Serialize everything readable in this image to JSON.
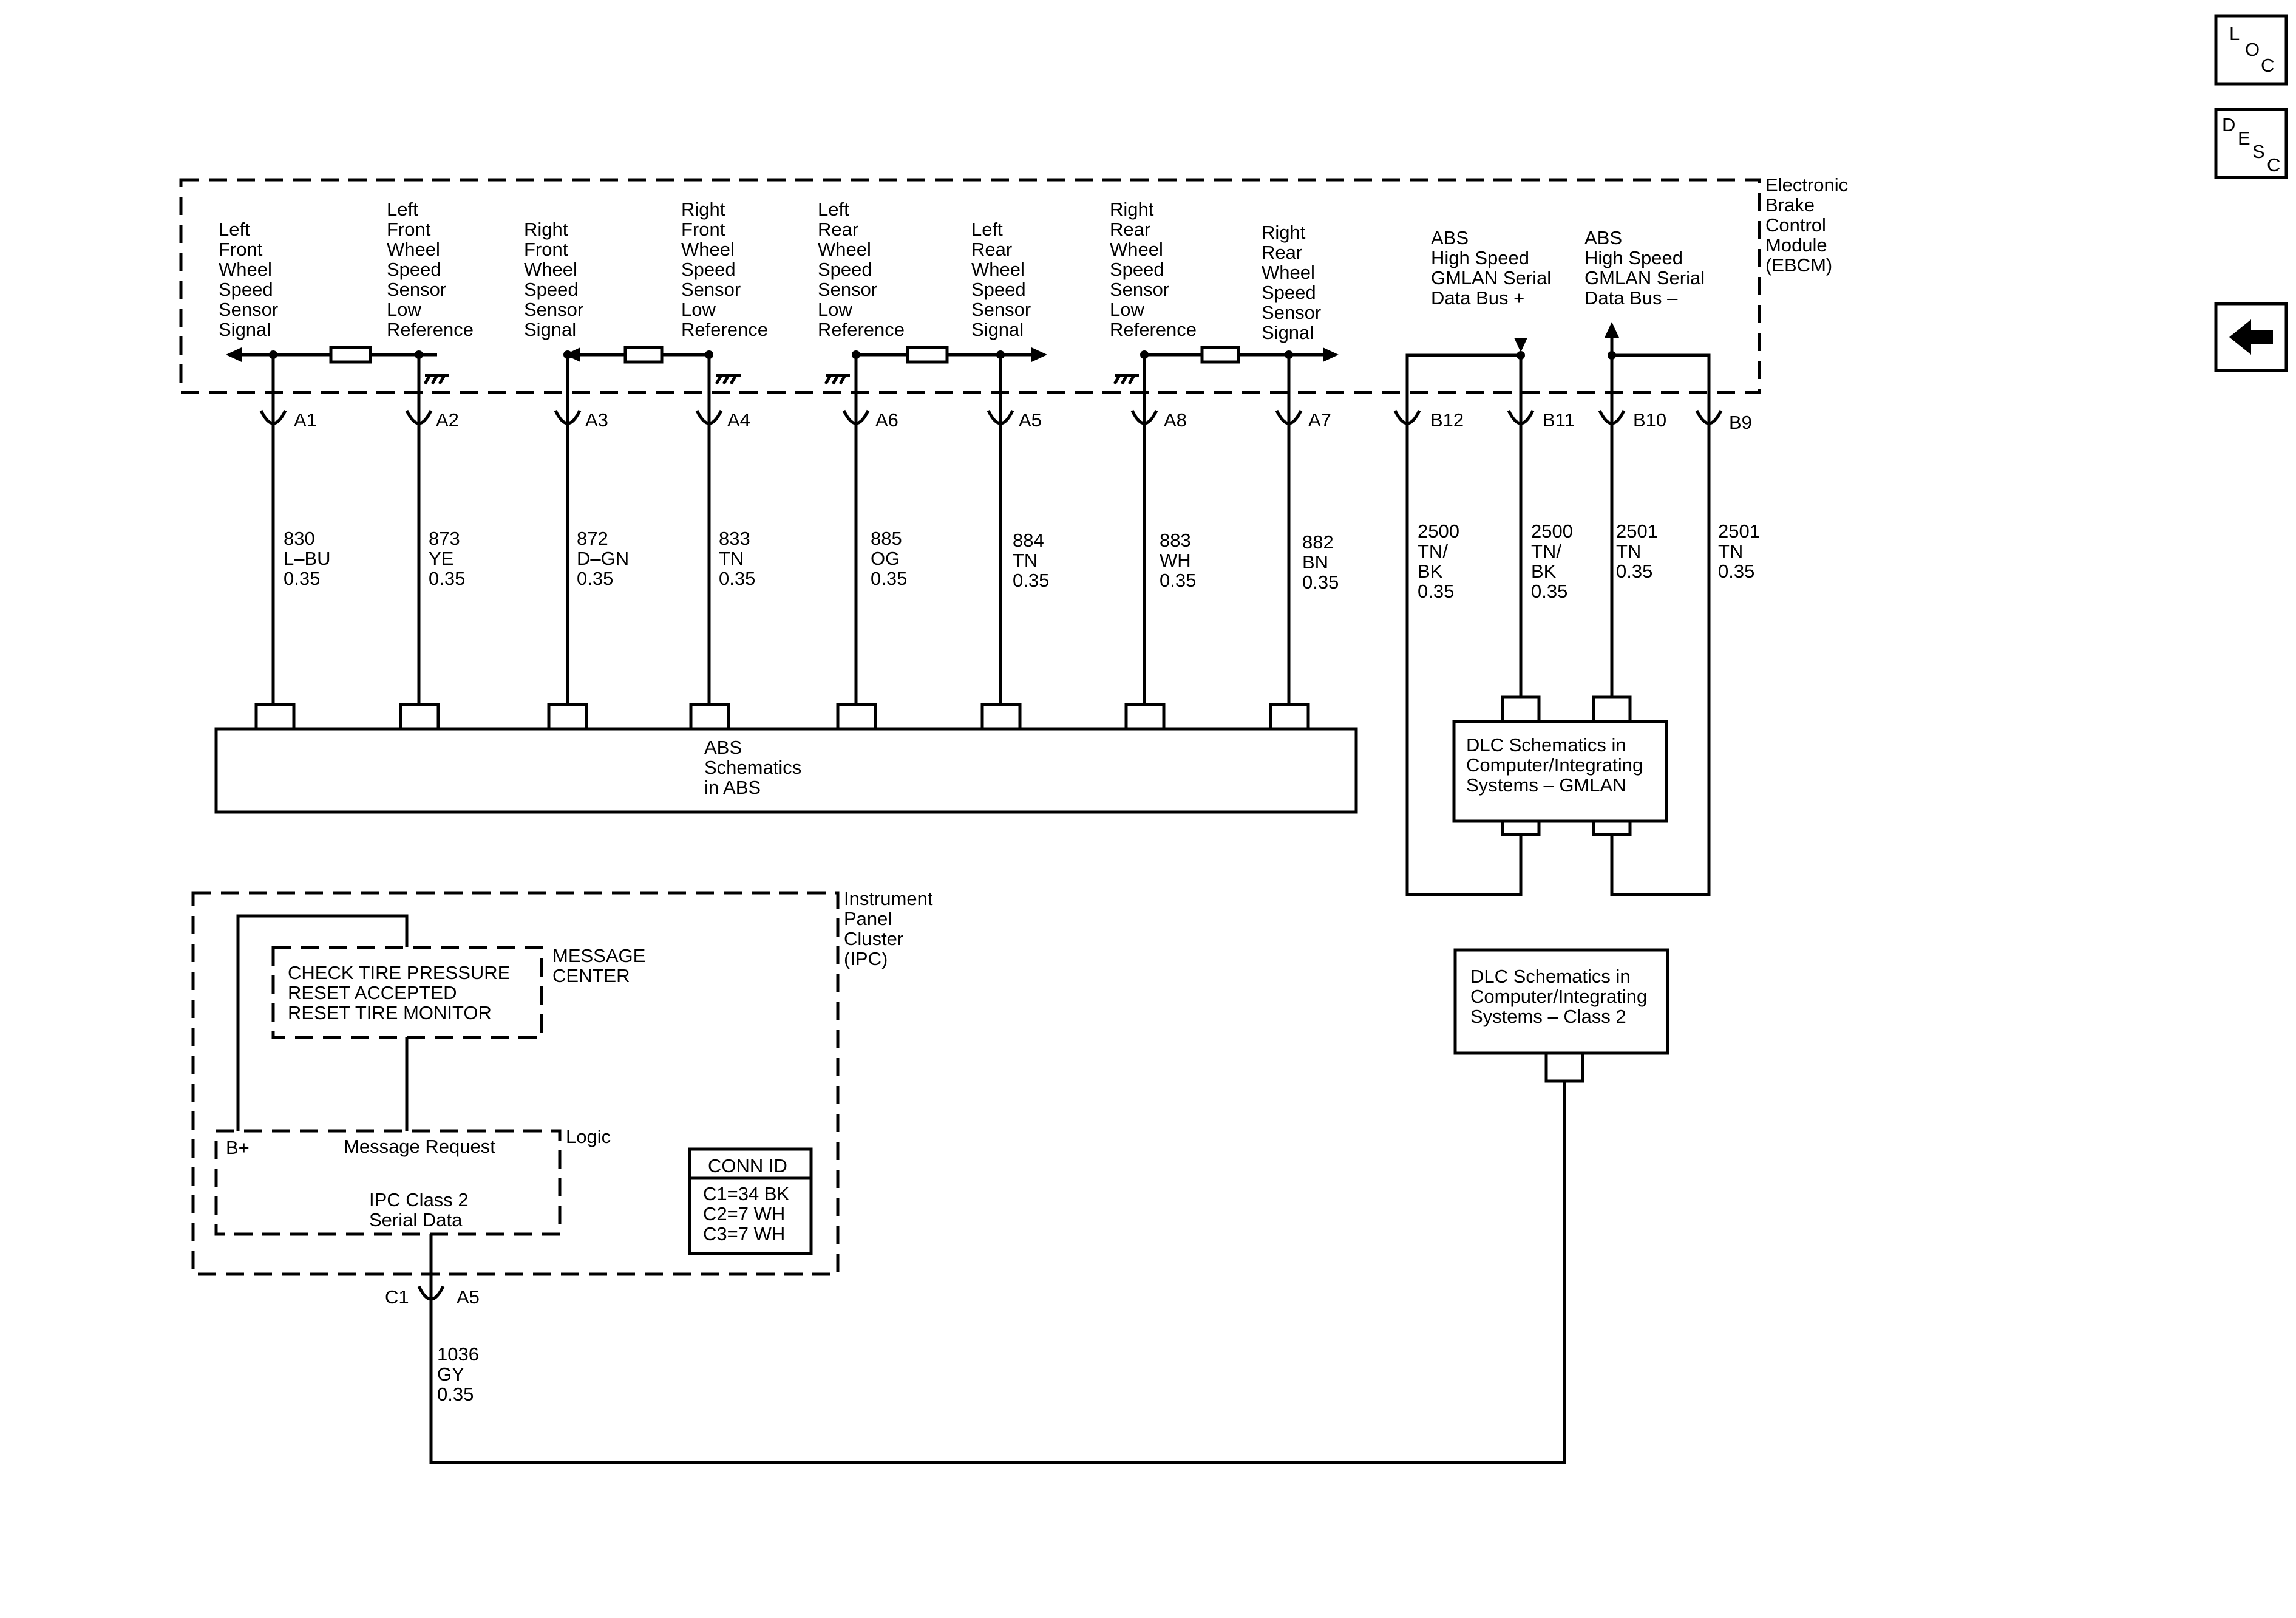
{
  "nav": {
    "loc": [
      "L",
      "O",
      "C"
    ],
    "desc": [
      "D",
      "E",
      "S",
      "C"
    ],
    "back_icon": "left-arrow-icon"
  },
  "ebcm": {
    "name": [
      "Electronic",
      "Brake",
      "Control",
      "Module",
      "(EBCM)"
    ]
  },
  "signals": [
    {
      "lines": [
        "Left",
        "Front",
        "Wheel",
        "Speed",
        "Sensor",
        "Signal"
      ]
    },
    {
      "lines": [
        "Left",
        "Front",
        "Wheel",
        "Speed",
        "Sensor",
        "Low",
        "Reference"
      ]
    },
    {
      "lines": [
        "Right",
        "Front",
        "Wheel",
        "Speed",
        "Sensor",
        "Signal"
      ]
    },
    {
      "lines": [
        "Right",
        "Front",
        "Wheel",
        "Speed",
        "Sensor",
        "Low",
        "Reference"
      ]
    },
    {
      "lines": [
        "Left",
        "Rear",
        "Wheel",
        "Speed",
        "Sensor",
        "Low",
        "Reference"
      ]
    },
    {
      "lines": [
        "Left",
        "Rear",
        "Wheel",
        "Speed",
        "Sensor",
        "Signal"
      ]
    },
    {
      "lines": [
        "Right",
        "Rear",
        "Wheel",
        "Speed",
        "Sensor",
        "Low",
        "Reference"
      ]
    },
    {
      "lines": [
        "Right",
        "Rear",
        "Wheel",
        "Speed",
        "Sensor",
        "Signal"
      ]
    },
    {
      "lines": [
        "ABS",
        "High Speed",
        "GMLAN Serial",
        "Data Bus +"
      ]
    },
    {
      "lines": [
        "ABS",
        "High Speed",
        "GMLAN Serial",
        "Data Bus –"
      ]
    }
  ],
  "pins": [
    "A1",
    "A2",
    "A3",
    "A4",
    "A6",
    "A5",
    "A8",
    "A7",
    "B12",
    "B11",
    "B10",
    "B9"
  ],
  "wires": [
    [
      "830",
      "L–BU",
      "0.35"
    ],
    [
      "873",
      "YE",
      "0.35"
    ],
    [
      "872",
      "D–GN",
      "0.35"
    ],
    [
      "833",
      "TN",
      "0.35"
    ],
    [
      "885",
      "OG",
      "0.35"
    ],
    [
      "884",
      "TN",
      "0.35"
    ],
    [
      "883",
      "WH",
      "0.35"
    ],
    [
      "882",
      "BN",
      "0.35"
    ],
    [
      "2500",
      "TN/",
      "BK",
      "0.35"
    ],
    [
      "2500",
      "TN/",
      "BK",
      "0.35"
    ],
    [
      "2501",
      "TN",
      "0.35"
    ],
    [
      "2501",
      "TN",
      "0.35"
    ]
  ],
  "abs_box": {
    "lines": [
      "ABS",
      "Schematics",
      "in ABS"
    ]
  },
  "dlc_gmlan": {
    "lines": [
      "DLC Schematics in",
      "Computer/Integrating",
      "Systems – GMLAN"
    ]
  },
  "dlc_class2": {
    "lines": [
      "DLC Schematics in",
      "Computer/Integrating",
      "Systems – Class 2"
    ]
  },
  "ipc": {
    "name": [
      "Instrument",
      "Panel",
      "Cluster",
      "(IPC)"
    ],
    "message_center": {
      "label": [
        "MESSAGE",
        "CENTER"
      ],
      "messages": [
        "CHECK TIRE PRESSURE",
        "RESET ACCEPTED",
        "RESET TIRE MONITOR"
      ]
    },
    "logic": {
      "label": "Logic",
      "b_plus": "B+",
      "message_request": "Message Request",
      "serial": [
        "IPC Class 2",
        "Serial Data"
      ]
    },
    "conn_id": {
      "title": "CONN ID",
      "rows": [
        "C1=34 BK",
        "C2=7 WH",
        "C3=7 WH"
      ]
    },
    "connector": "C1",
    "pin": "A5",
    "wire": [
      "1036",
      "GY",
      "0.35"
    ]
  }
}
